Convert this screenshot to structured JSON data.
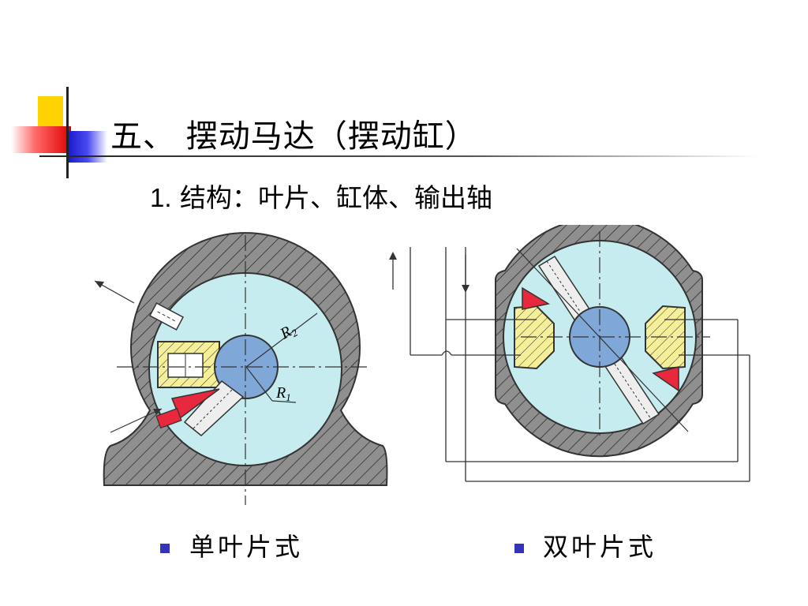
{
  "slide": {
    "title": "五、 摆动马达（摆动缸）",
    "subtitle_number": "1.",
    "subtitle_text": "结构：叶片、缸体、输出轴"
  },
  "figures": {
    "left": {
      "caption": "单叶片式",
      "label_r2": "R",
      "label_r2_sub": "2",
      "label_r1": "R",
      "label_r1_sub": "1"
    },
    "right": {
      "caption": "双叶片式"
    }
  },
  "colors": {
    "housing": "#8f8f8f",
    "cavity": "#c7ecef",
    "shaft": "#7fa8d8",
    "vane": "#f5ef9a",
    "seal": "#e8283c",
    "bullet": "#3333bb"
  }
}
